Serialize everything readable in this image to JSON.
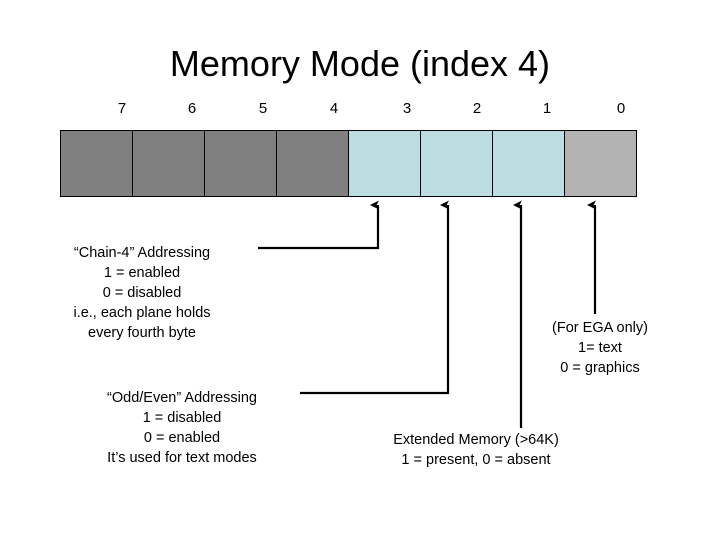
{
  "title": "Memory Mode (index 4)",
  "bitfield": {
    "name": "memory-mode-register",
    "bit_labels": [
      "7",
      "6",
      "5",
      "4",
      "3",
      "2",
      "1",
      "0"
    ],
    "cells": [
      {
        "bit": "7",
        "fill": "#808080",
        "state": "unused"
      },
      {
        "bit": "6",
        "fill": "#808080",
        "state": "unused"
      },
      {
        "bit": "5",
        "fill": "#808080",
        "state": "unused"
      },
      {
        "bit": "4",
        "fill": "#808080",
        "state": "unused"
      },
      {
        "bit": "3",
        "fill": "#bcdee2",
        "state": "active"
      },
      {
        "bit": "2",
        "fill": "#bcdee2",
        "state": "active"
      },
      {
        "bit": "1",
        "fill": "#bcdee2",
        "state": "active"
      },
      {
        "bit": "0",
        "fill": "#b3b3b3",
        "state": "ega-only"
      }
    ],
    "colors": {
      "unused": "#808080",
      "active": "#bcdee2",
      "ega_only": "#b3b3b3",
      "outline": "#000000"
    }
  },
  "annotations": {
    "chain4": {
      "bit": "3",
      "lines": [
        "“Chain-4” Addressing",
        "1 = enabled",
        "0 = disabled",
        "i.e., each plane holds",
        "every fourth byte"
      ]
    },
    "oddeven": {
      "bit": "2",
      "lines": [
        "“Odd/Even” Addressing",
        "1 = disabled",
        "0 = enabled",
        "It’s used for text modes"
      ]
    },
    "extended_memory": {
      "bit": "1",
      "lines": [
        "Extended Memory (>64K)",
        "1 = present, 0 = absent"
      ]
    },
    "ega_only": {
      "bit": "0",
      "lines": [
        "(For EGA only)",
        "1= text",
        "0 = graphics"
      ]
    }
  }
}
